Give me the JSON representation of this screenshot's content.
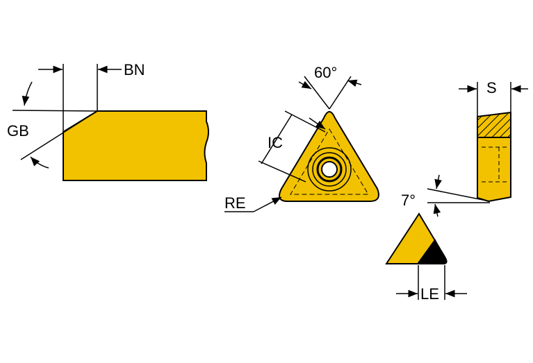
{
  "colors": {
    "insert_fill": "#f2c200",
    "outline": "#000000",
    "background": "#ffffff"
  },
  "labels": {
    "bn": "BN",
    "gb": "GB",
    "angle_60": "60°",
    "ic": "IC",
    "re": "RE",
    "s": "S",
    "angle_7": "7°",
    "le": "LE"
  }
}
